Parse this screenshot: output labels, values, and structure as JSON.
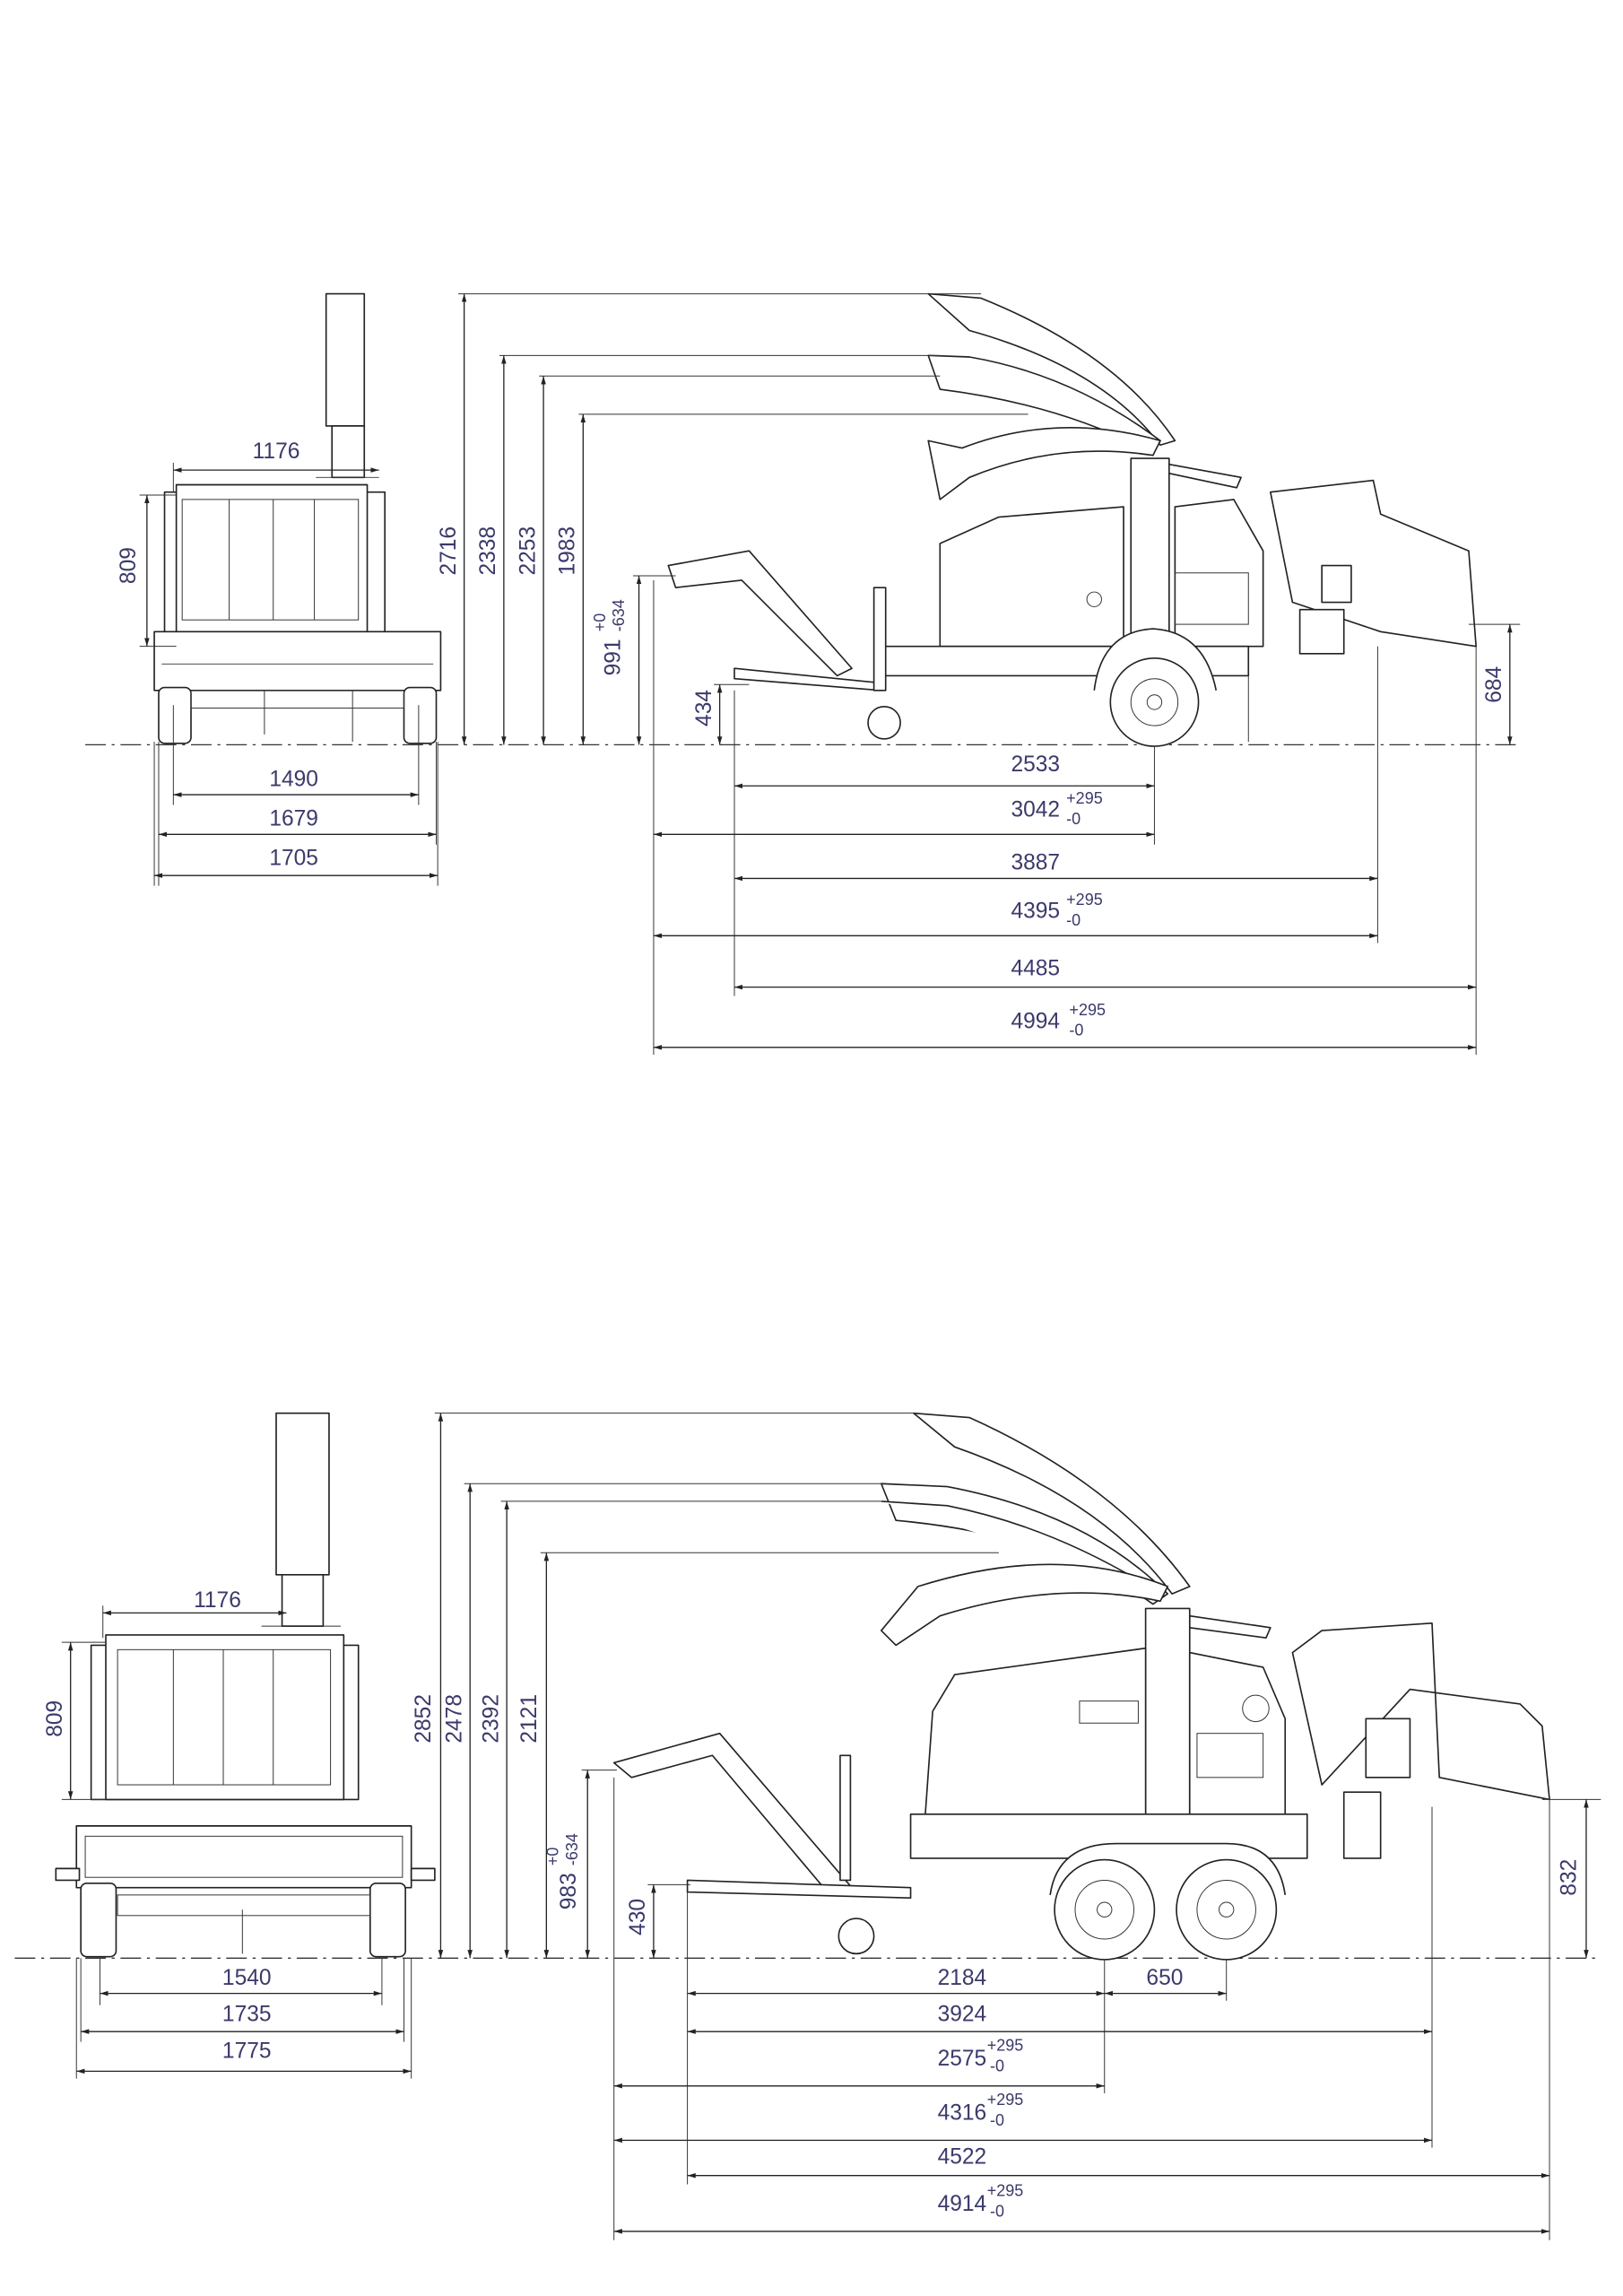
{
  "colors": {
    "dimension_text": "#3b3a6b",
    "lines": "#222222"
  },
  "top_drawing": {
    "rear_view": {
      "hopper_width": "1176",
      "hopper_height": "809",
      "track_inner": "1490",
      "track_outer": "1679",
      "overall_width": "1705"
    },
    "side_view": {
      "heights": [
        "2716",
        "2338",
        "2253",
        "1983"
      ],
      "drawbar_height": {
        "value": "991",
        "tol_plus": "+0",
        "tol_minus": "-634"
      },
      "hitch_low": "434",
      "infeed_height": "684",
      "lengths": [
        {
          "value": "2533"
        },
        {
          "value": "3042",
          "tol_plus": "+295",
          "tol_minus": "-0"
        },
        {
          "value": "3887"
        },
        {
          "value": "4395",
          "tol_plus": "+295",
          "tol_minus": "-0"
        },
        {
          "value": "4485"
        },
        {
          "value": "4994",
          "tol_plus": "+295",
          "tol_minus": "-0"
        }
      ]
    }
  },
  "bottom_drawing": {
    "rear_view": {
      "hopper_width": "1176",
      "hopper_height": "809",
      "track_inner": "1540",
      "track_outer": "1735",
      "overall_width": "1775"
    },
    "side_view": {
      "heights": [
        "2852",
        "2478",
        "2392",
        "2121"
      ],
      "drawbar_height": {
        "value": "983",
        "tol_plus": "+0",
        "tol_minus": "-634"
      },
      "hitch_low": "430",
      "infeed_height": "832",
      "axle_spacing": "650",
      "lengths": [
        {
          "value": "2184"
        },
        {
          "value": "3924"
        },
        {
          "value": "2575",
          "tol_plus": "+295",
          "tol_minus": "-0"
        },
        {
          "value": "4316",
          "tol_plus": "+295",
          "tol_minus": "-0"
        },
        {
          "value": "4522"
        },
        {
          "value": "4914",
          "tol_plus": "+295",
          "tol_minus": "-0"
        }
      ]
    }
  }
}
